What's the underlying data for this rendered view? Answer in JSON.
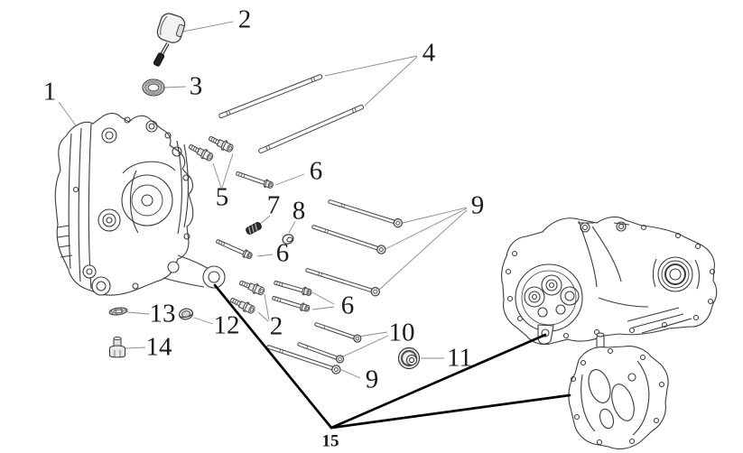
{
  "figure": {
    "background_color": "#ffffff",
    "line_color": "#3a3a3a",
    "leader_line_color": "#8a8a8a",
    "assembly_line_color": "#000000",
    "callout_color": "#1a1a1a"
  },
  "callouts": {
    "c1": "1",
    "c2_top": "2",
    "c3": "3",
    "c4": "4",
    "c5": "5",
    "c6_upper": "6",
    "c6_mid": "6",
    "c6_lower": "6",
    "c7": "7",
    "c8": "8",
    "c9_upper": "9",
    "c9_lower": "9",
    "c2_lower": "2",
    "c10": "10",
    "c11": "11",
    "c12": "12",
    "c13": "13",
    "c14": "14",
    "c15": "15"
  }
}
